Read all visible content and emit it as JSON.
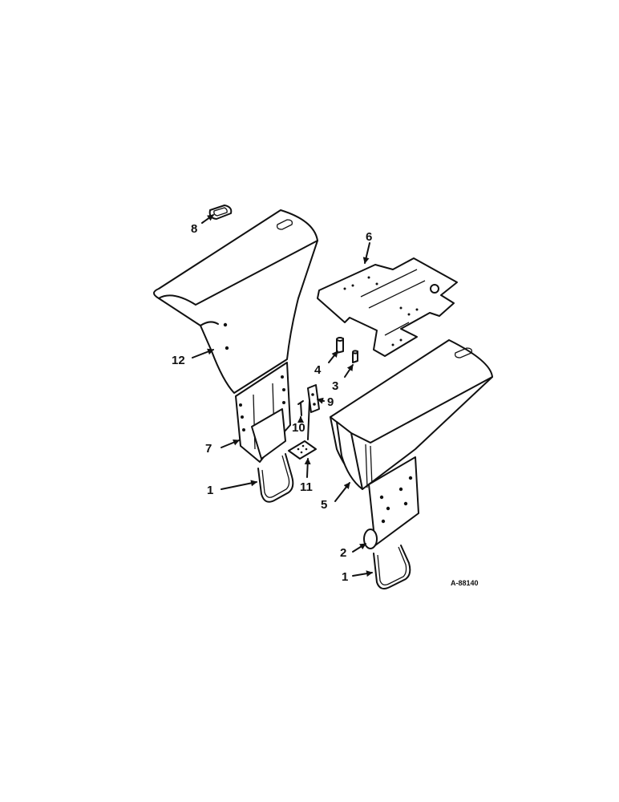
{
  "callouts": [
    "8",
    "6",
    "12",
    "4",
    "3",
    "9",
    "10",
    "7",
    "11",
    "1",
    "5",
    "2",
    "1"
  ],
  "drawing_ref": "A-88140"
}
